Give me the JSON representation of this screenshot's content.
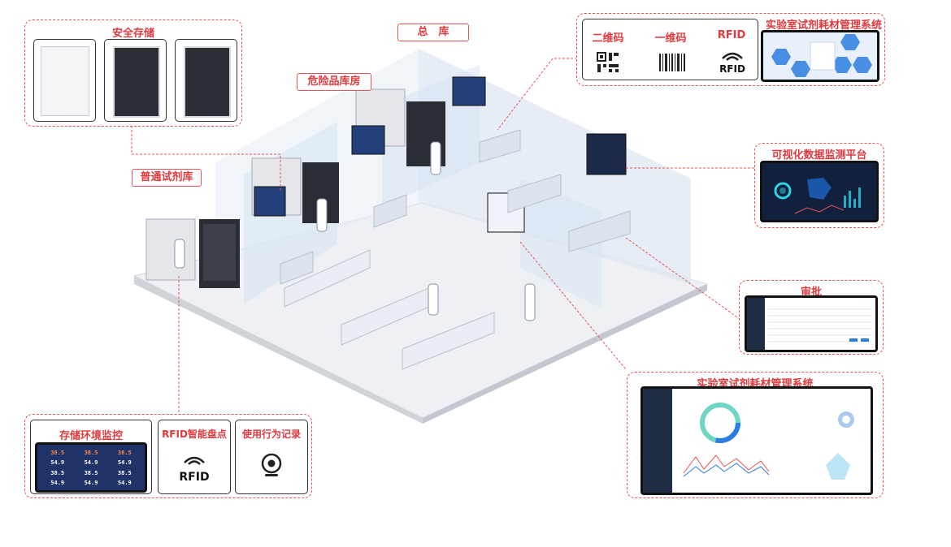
{
  "storage": {
    "title": "安全存储"
  },
  "zones": {
    "main_warehouse": "总　库",
    "hazardous": "危险品库房",
    "general_reagent": "普通试剂库"
  },
  "codes": {
    "qr_label": "二维码",
    "barcode_label": "一维码",
    "rfid_label": "RFID",
    "rfid_logo_text": "RFID"
  },
  "systems": {
    "top_title": "实验室试剂耗材管理系统",
    "visual_title": "可视化数据监测平台",
    "approval_title": "审批",
    "bottom_title": "实验室试剂耗材管理系统"
  },
  "monitoring": {
    "env_title": "存储环境监控",
    "rfid_title": "RFID智能盘点",
    "rfid_logo_text": "RFID",
    "usage_title": "使用行为记录",
    "readings": [
      "38.5",
      "38.5",
      "38.5",
      "54.9",
      "54.9",
      "54.9",
      "38.5",
      "38.5",
      "38.5",
      "54.9",
      "54.9",
      "54.9"
    ]
  },
  "colors": {
    "accent_red": "#e03a3e",
    "screen_dark": "#1b2a4a"
  }
}
